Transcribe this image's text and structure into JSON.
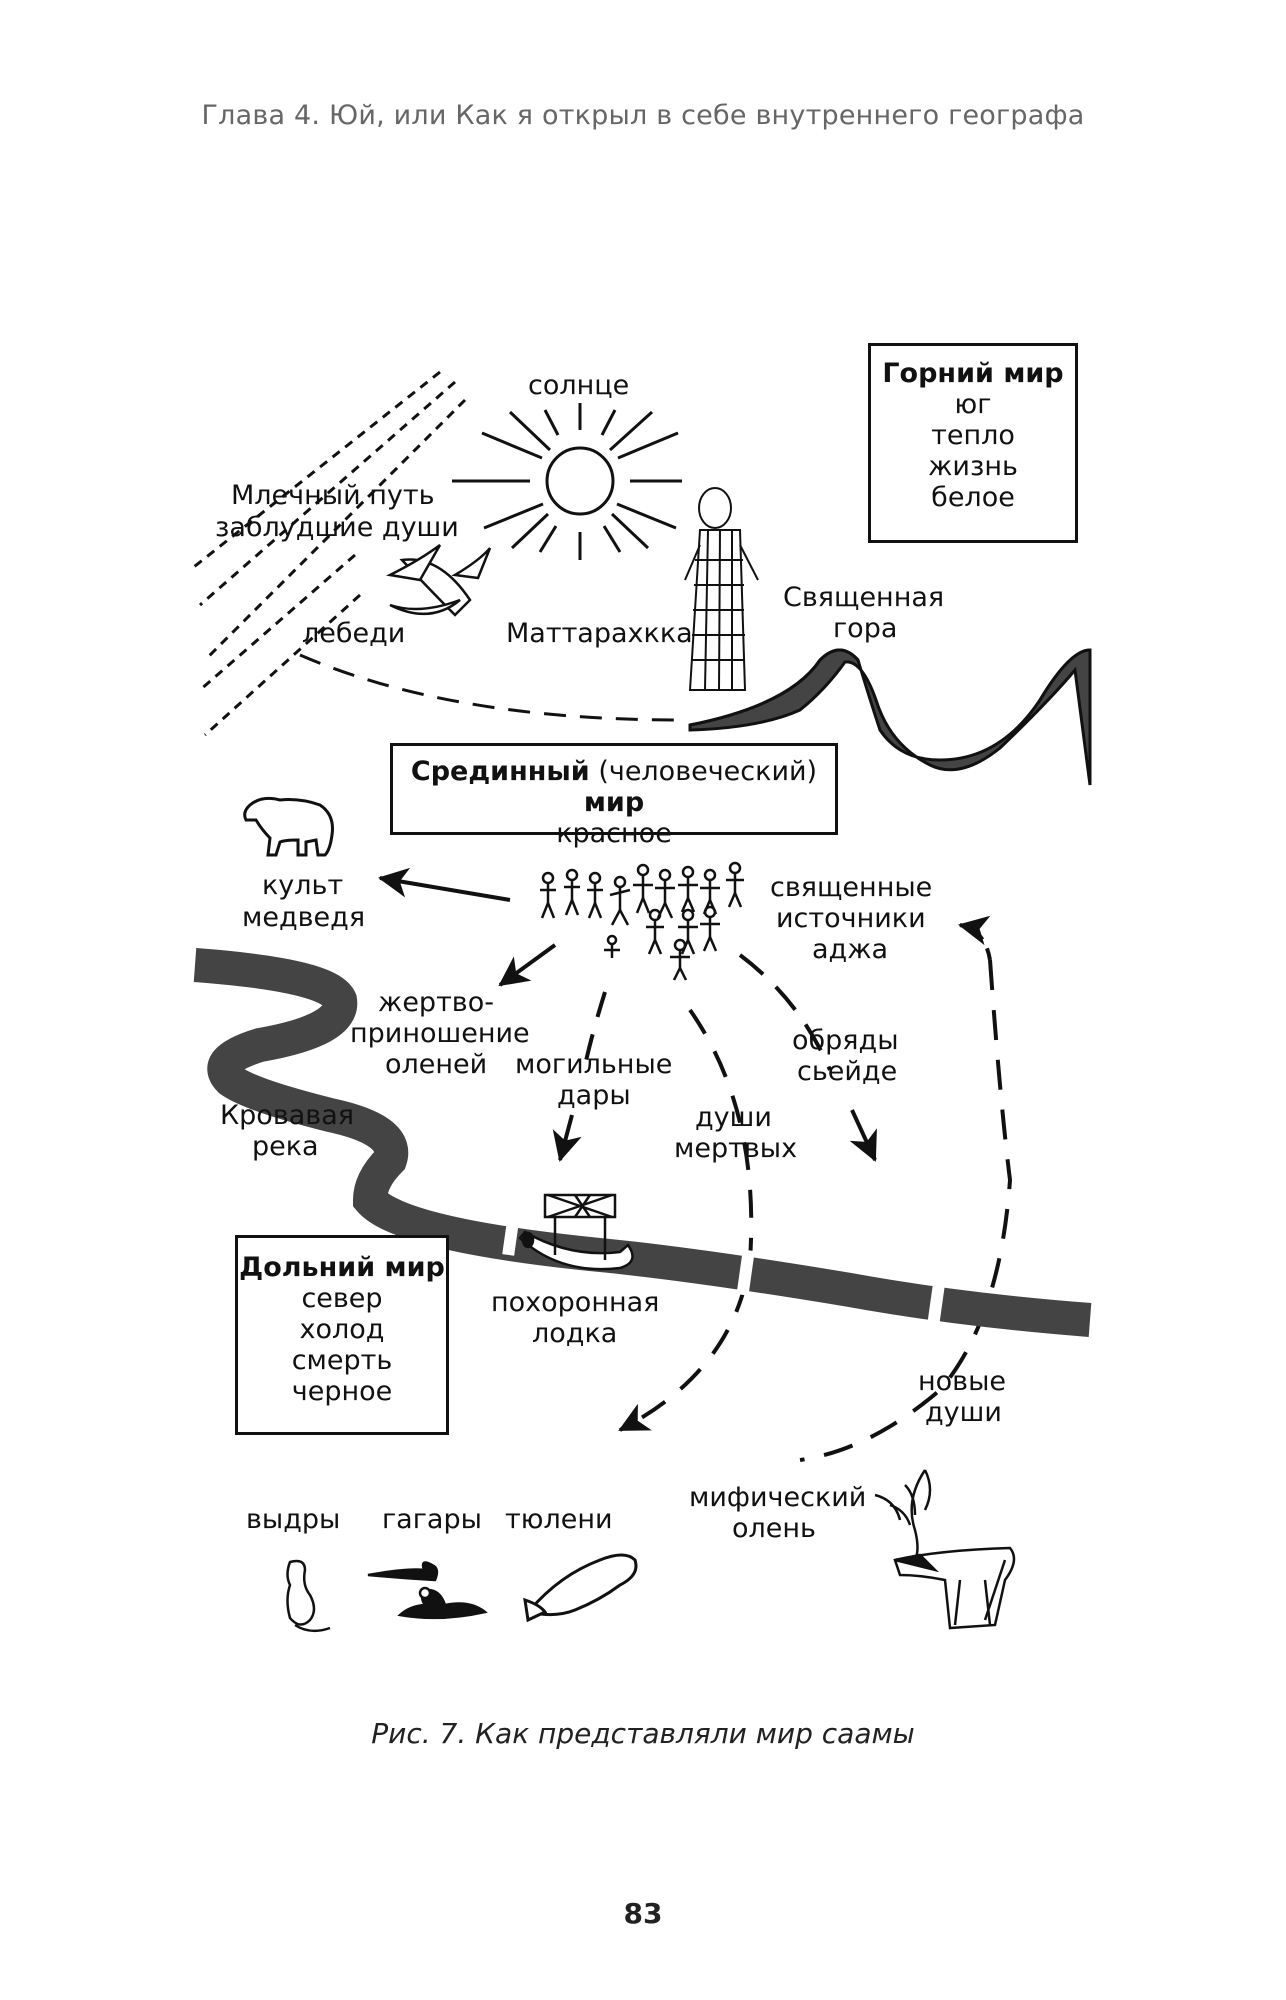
{
  "header": "Глава 4. Юй, или Как я открыл в себе внутреннего географа",
  "upper_world": {
    "title": "Горний мир",
    "lines": [
      "юг",
      "тепло",
      "жизнь",
      "белое"
    ]
  },
  "middle_world": {
    "title_bold_1": "Срединный",
    "title_normal": "(человеческий)",
    "title_bold_2": "мир",
    "line": "красное"
  },
  "lower_world": {
    "title": "Дольний мир",
    "lines": [
      "север",
      "холод",
      "смерть",
      "черное"
    ]
  },
  "labels": {
    "sun": "солнце",
    "milky_way_1": "Млечный путь",
    "milky_way_2": "заблудшие души",
    "swans": "лебеди",
    "mattarahkka": "Маттарахкка",
    "holy_mountain_1": "Священная",
    "holy_mountain_2": "гора",
    "bear_cult_1": "культ",
    "bear_cult_2": "медведя",
    "springs_1": "священные",
    "springs_2": "источники",
    "springs_3": "аджа",
    "sacrifice_1": "жертво-",
    "sacrifice_2": "приношение",
    "sacrifice_3": "оленей",
    "grave_gifts_1": "могильные",
    "grave_gifts_2": "дары",
    "rites_1": "обряды",
    "rites_2": "сьейде",
    "bloody_river_1": "Кровавая",
    "bloody_river_2": "река",
    "dead_souls_1": "души",
    "dead_souls_2": "мертвых",
    "funeral_boat_1": "похоронная",
    "funeral_boat_2": "лодка",
    "new_souls_1": "новые",
    "new_souls_2": "души",
    "otters": "выдры",
    "loons": "гагары",
    "seals": "тюлени",
    "mythic_deer_1": "мифический",
    "mythic_deer_2": "олень"
  },
  "caption": "Рис. 7. Как представляли мир саамы",
  "page_number": "83"
}
